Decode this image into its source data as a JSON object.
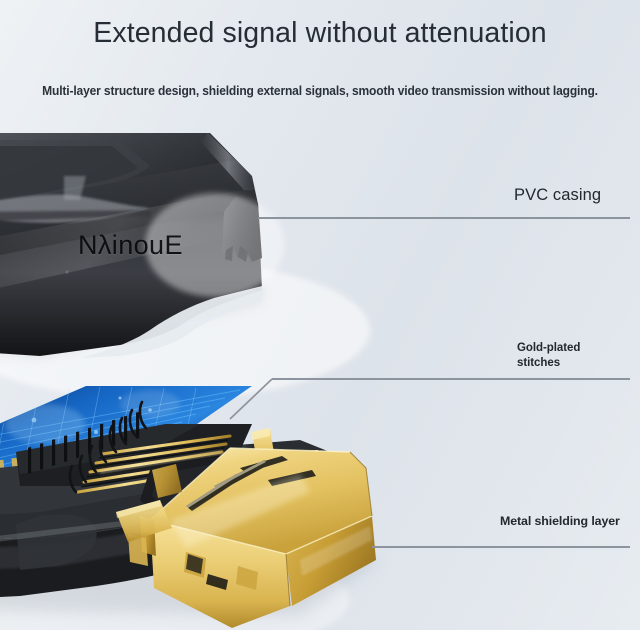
{
  "header": {
    "title": "Extended signal without attenuation",
    "subtitle": "Multi-layer structure design, shielding external signals, smooth video transmission without lagging."
  },
  "product": {
    "brand_text_on_casing": "NλinouE"
  },
  "callouts": [
    {
      "id": "pvc-casing",
      "label": "PVC casing"
    },
    {
      "id": "gold-plated-stitches",
      "label": "Gold-plated\nstitches"
    },
    {
      "id": "metal-shielding",
      "label": "Metal shielding layer"
    }
  ],
  "colors": {
    "background_light": "#eef2f5",
    "background_mid": "#dde3ea",
    "title_text": "#272d35",
    "leader_line": "#8c949e",
    "casing_black": "#2b2d30",
    "gold": "#e8c45c",
    "gold_light": "#f7e49a",
    "gold_dark": "#a8822a",
    "pcb_blue": "#1b6fd0",
    "pcb_blue_bright": "#4fb4ff"
  }
}
